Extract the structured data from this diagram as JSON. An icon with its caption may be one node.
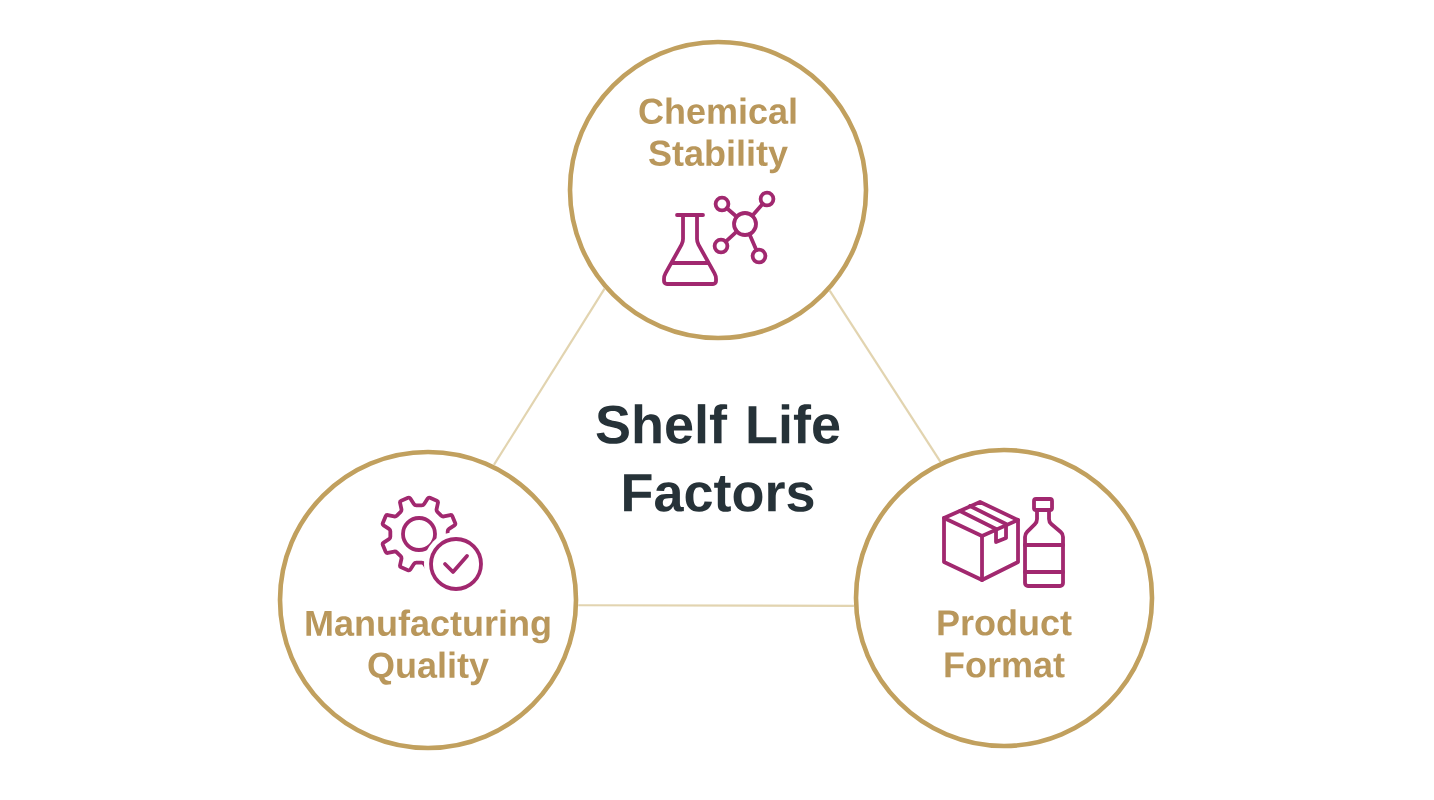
{
  "diagram": {
    "title": "Shelf Life Factors",
    "nodes": [
      {
        "text": [
          "Chemical Stability"
        ]
      },
      {
        "text": [
          "Manufacturing Quality"
        ]
      },
      {
        "text": [
          "Product Format"
        ]
      }
    ],
    "edges": [
      {
        "from": 0,
        "to": 1,
        "arrow": "none"
      },
      {
        "from": 0,
        "to": 2,
        "arrow": "none"
      },
      {
        "from": 1,
        "to": 2,
        "arrow": "none"
      }
    ]
  }
}
